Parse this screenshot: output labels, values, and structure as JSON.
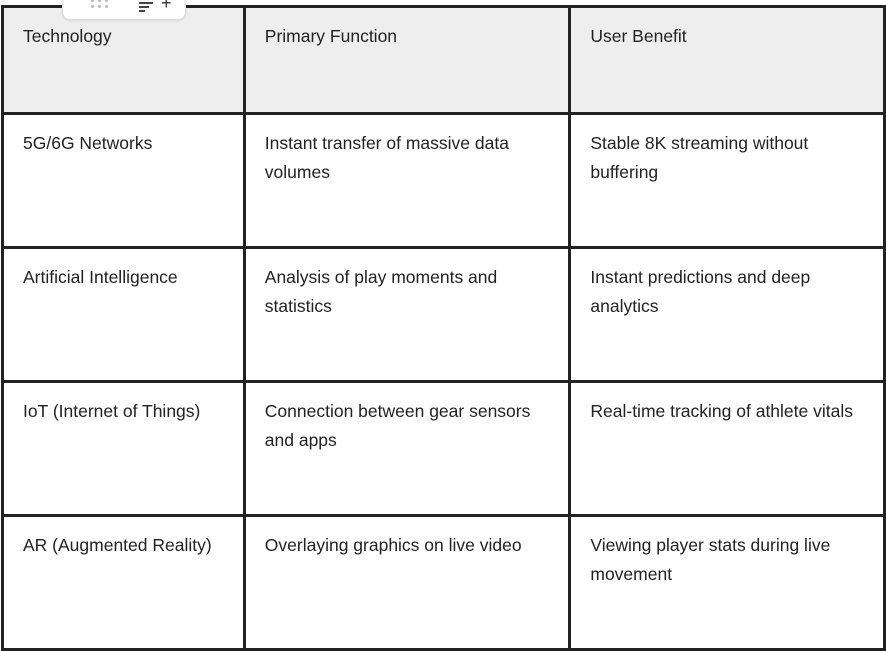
{
  "table": {
    "headers": [
      "Technology",
      "Primary Function",
      "User Benefit"
    ],
    "rows": [
      [
        "5G/6G Networks",
        "Instant transfer of massive data volumes",
        "Stable 8K streaming without buffering"
      ],
      [
        "Artificial Intelligence",
        "Analysis of play moments and statistics",
        "Instant predictions and deep analytics"
      ],
      [
        "IoT (Internet of Things)",
        "Connection between gear sensors and apps",
        "Real-time tracking of athlete vitals"
      ],
      [
        "AR (Augmented Reality)",
        "Overlaying graphics on live video",
        "Viewing player stats during live movement"
      ]
    ]
  }
}
